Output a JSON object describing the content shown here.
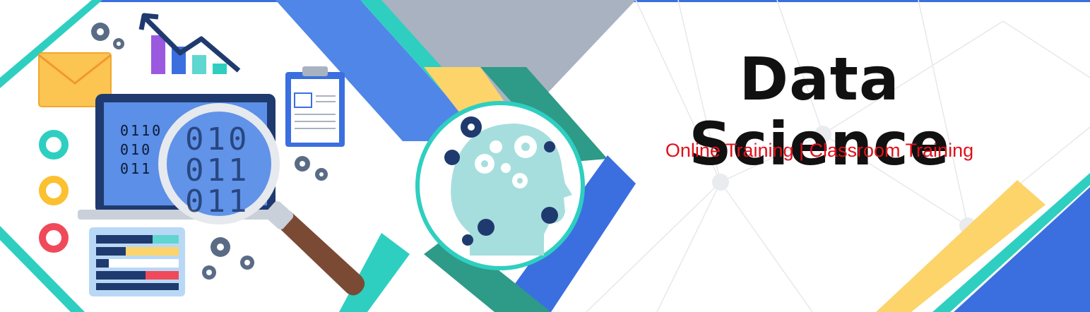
{
  "banner": {
    "title": "Data Science",
    "subtitle": "Online Training | Classroom Training",
    "screen_code": [
      "0110",
      "010",
      "011"
    ],
    "lens_code": [
      "010",
      "011",
      "011"
    ]
  },
  "colors": {
    "title": "#111111",
    "subtitle": "#e0101a",
    "teal": "#2ecfc0",
    "blue": "#3b6fe0",
    "navy": "#1f3a6e",
    "yellow": "#fcd46a",
    "slate": "#a9b2c0",
    "green": "#2e9a88"
  },
  "icons": [
    "gear-icon",
    "chart-trend-icon",
    "envelope-icon",
    "laptop-icon",
    "magnifier-icon",
    "clipboard-icon",
    "ring-teal-icon",
    "ring-yellow-icon",
    "ring-red-icon",
    "table-bars-icon",
    "brain-head-icon"
  ]
}
